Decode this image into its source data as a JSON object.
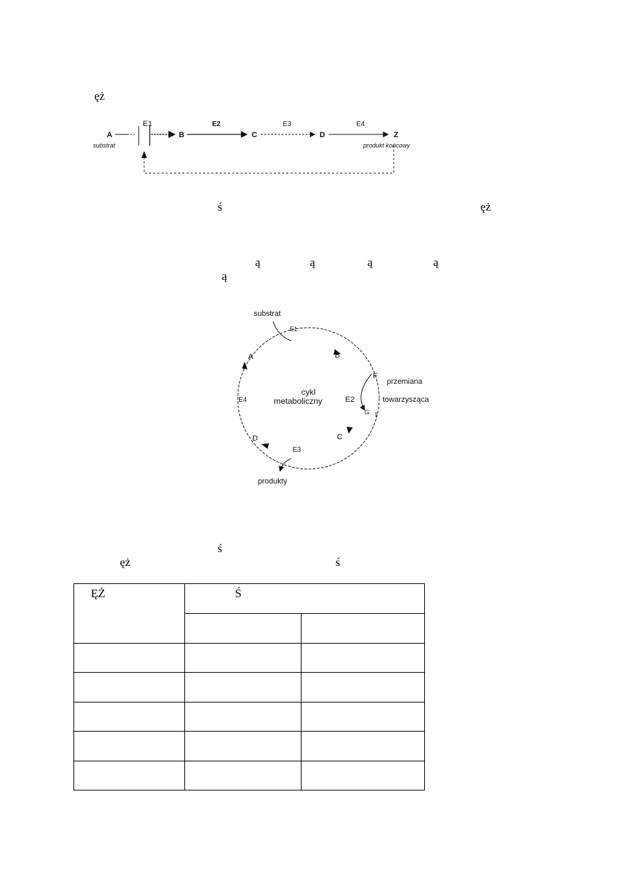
{
  "fragments": {
    "top_left": "ęż",
    "line1_s": "ś",
    "line1_ez": "ęż",
    "line2_a1": "ą",
    "line2_a2": "ą",
    "line2_a3": "ą",
    "line2_a4": "ą",
    "line3_a": "ą",
    "line4_s": "ś",
    "line5_ez": "ęż",
    "line5_s": "ś"
  },
  "linear_diagram": {
    "nodes": [
      "A",
      "B",
      "C",
      "D",
      "Z"
    ],
    "enzymes": [
      "E1",
      "E2",
      "E3",
      "E4"
    ],
    "substrate_label": "substrat",
    "product_label": "produkt końcowy"
  },
  "cycle_diagram": {
    "substrate_label": "substrat",
    "center_label_line1": "cykl",
    "center_label_line2": "metaboliczny",
    "side_label_line1": "przemiana",
    "side_label_line2": "towarzysząca",
    "products_label": "produkty",
    "nodes": [
      "A",
      "B",
      "C",
      "D"
    ],
    "enzymes": [
      "E1",
      "E2",
      "E3",
      "E4"
    ],
    "side_nodes": [
      "F",
      "G",
      "I"
    ]
  },
  "table": {
    "header_col1": "ĘŻ",
    "header_col2": "Ś",
    "rows": [
      [
        "",
        "",
        ""
      ],
      [
        "",
        "",
        ""
      ],
      [
        "",
        "",
        ""
      ],
      [
        "",
        "",
        ""
      ],
      [
        "",
        "",
        ""
      ]
    ]
  }
}
